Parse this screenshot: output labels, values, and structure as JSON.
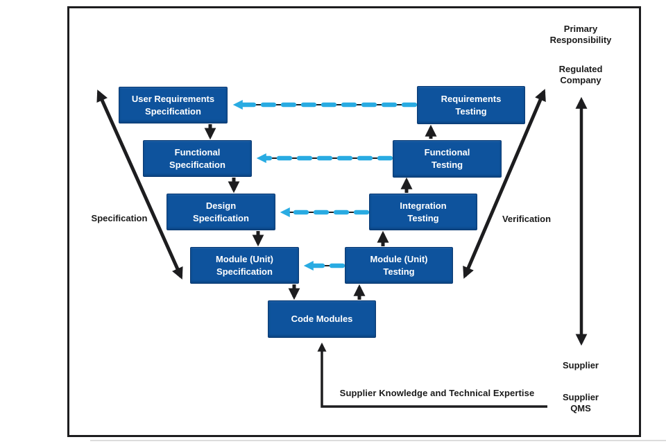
{
  "diagram": {
    "type": "v-model-software-validation",
    "boxes": {
      "user_requirements_specification": "User Requirements\nSpecification",
      "functional_specification": "Functional\nSpecification",
      "design_specification": "Design\nSpecification",
      "module_unit_specification": "Module (Unit)\nSpecification",
      "code_modules": "Code Modules",
      "module_unit_testing": "Module (Unit)\nTesting",
      "integration_testing": "Integration\nTesting",
      "functional_testing": "Functional\nTesting",
      "requirements_testing": "Requirements\nTesting"
    },
    "labels": {
      "specification": "Specification",
      "verification": "Verification",
      "primary_responsibility": "Primary\nResponsibility",
      "regulated_company": "Regulated\nCompany",
      "supplier": "Supplier",
      "supplier_qms": "Supplier\nQMS",
      "supplier_knowledge": "Supplier Knowledge and Technical Expertise"
    },
    "colors": {
      "box_blue": "#0E539D",
      "dash_cyan": "#29ABE2",
      "arrow_black": "#1D1D1F"
    }
  }
}
